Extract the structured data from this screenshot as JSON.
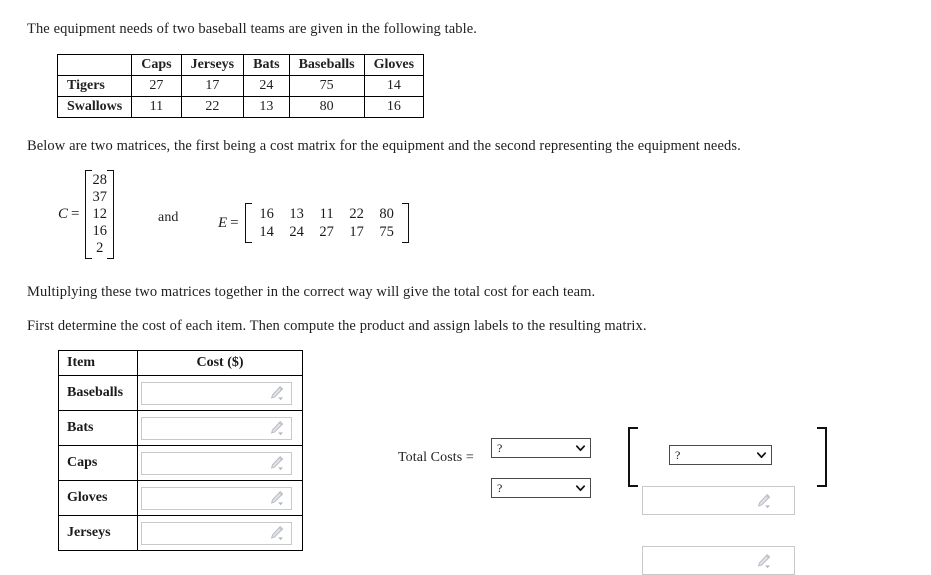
{
  "intro": {
    "line1": "The equipment needs of two baseball teams are given in the following table.",
    "line2": "Below are two matrices, the first being a cost matrix for the equipment and the second representing the equipment needs.",
    "line3": "Multiplying these two matrices together in the correct way will give the total cost for each team.",
    "line4": "First determine the cost of each item. Then compute the product and assign labels to the resulting matrix."
  },
  "needs_table": {
    "corner": "",
    "columns": [
      "Caps",
      "Jerseys",
      "Bats",
      "Baseballs",
      "Gloves"
    ],
    "rows": [
      {
        "name": "Tigers",
        "values": [
          "27",
          "17",
          "24",
          "75",
          "14"
        ]
      },
      {
        "name": "Swallows",
        "values": [
          "11",
          "22",
          "13",
          "80",
          "16"
        ]
      }
    ]
  },
  "matrices": {
    "c_label": "C",
    "equals": "=",
    "c_values": [
      "28",
      "37",
      "12",
      "16",
      "2"
    ],
    "and": "and",
    "e_label": "E",
    "e_rows": [
      [
        "16",
        "13",
        "11",
        "22",
        "80"
      ],
      [
        "14",
        "24",
        "27",
        "17",
        "75"
      ]
    ]
  },
  "answer_table": {
    "head_item": "Item",
    "head_cost": "Cost ($)",
    "rows": [
      {
        "item": "Baseballs",
        "value": "",
        "icon": "pencil-icon"
      },
      {
        "item": "Bats",
        "value": "",
        "icon": "pencil-icon"
      },
      {
        "item": "Caps",
        "value": "",
        "icon": "pencil-icon"
      },
      {
        "item": "Gloves",
        "value": "",
        "icon": "pencil-icon"
      },
      {
        "item": "Jerseys",
        "value": "",
        "icon": "pencil-icon"
      }
    ]
  },
  "total_costs": {
    "label": "Total Costs  =",
    "select_top": "?",
    "select_bottom": "?",
    "chevron_icon": "chevron-down-icon"
  },
  "result_matrix": {
    "header_select": "?",
    "chevron_icon": "chevron-down-icon",
    "cells": [
      {
        "value": "",
        "icon": "pencil-icon"
      },
      {
        "value": "",
        "icon": "pencil-icon"
      }
    ],
    "bracket_left": "[",
    "bracket_right": "]"
  },
  "colors": {
    "text": "#1f1f1f",
    "border": "#000000",
    "input_border": "#c9c9c9",
    "select_border": "#4a4a4a",
    "icon_gray": "#b9bcc2",
    "background": "#ffffff"
  }
}
